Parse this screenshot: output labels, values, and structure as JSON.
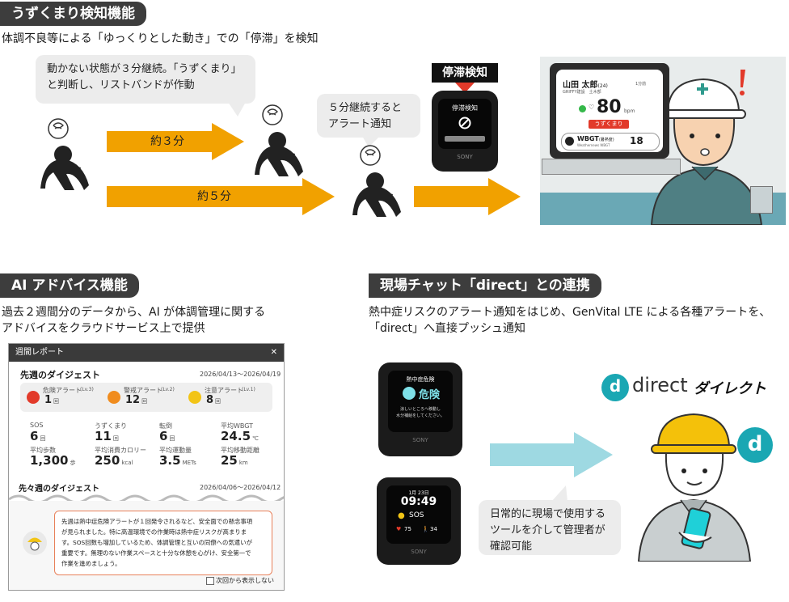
{
  "colors": {
    "orange": "#f1a100",
    "dark": "#3d3d3d",
    "alert_red": "#e23a2a",
    "teal": "#1aa7b3",
    "light_blue": "#9ed9e2"
  },
  "uzukumari": {
    "tag": "うずくまり検知機能",
    "subtitle": "体調不良等による「ゆっくりとした動き」での「停滞」を検知",
    "bubble1_line1": "動かない状態が３分継続。「うずくまり」",
    "bubble1_line2": "と判断し、リストバンドが作動",
    "arrow1_label": "約３分",
    "arrow2_label": "約５分",
    "bubble2_line1": "５分継続すると",
    "bubble2_line2": "アラート通知",
    "alert_badge": "停滞検知",
    "watch_title": "停滞検知",
    "watch_brand": "SONY",
    "dashboard": {
      "name": "山田 太郎",
      "age": "(24)",
      "company": "GRIFFY建設　土木部",
      "bpm_value": "80",
      "bpm_unit": "bpm",
      "status": "うずくまり",
      "wbgt_label": "WBGT",
      "wbgt_sub": "(暑熱度)",
      "wbgt_caption": "Weathernews WBGT",
      "wbgt_value": "18",
      "time_ago": "1分前"
    }
  },
  "ai": {
    "tag": "AI アドバイス機能",
    "line1": "過去２週間分のデータから、AI が体調管理に関する",
    "line2": "アドバイスをクラウドサービス上で提供",
    "report": {
      "title": "週間レポート",
      "close": "✕",
      "week1_label": "先週のダイジェスト",
      "week1_range": "2026/04/13〜2026/04/19",
      "alerts": [
        {
          "label": "危険アラート",
          "level": "(Lv.3)",
          "count": "1",
          "unit": "回",
          "color": "#e23a2a"
        },
        {
          "label": "警戒アラート",
          "level": "(Lv.2)",
          "count": "12",
          "unit": "回",
          "color": "#f08c1e"
        },
        {
          "label": "注意アラート",
          "level": "(Lv.1)",
          "count": "8",
          "unit": "回",
          "color": "#f2c416"
        }
      ],
      "stats": [
        {
          "label": "SOS",
          "value": "6",
          "unit": "回"
        },
        {
          "label": "うずくまり",
          "value": "11",
          "unit": "回"
        },
        {
          "label": "転倒",
          "value": "6",
          "unit": "回"
        },
        {
          "label": "平均WBGT",
          "value": "24.5",
          "unit": "℃"
        },
        {
          "label": "平均歩数",
          "value": "1,300",
          "unit": "歩"
        },
        {
          "label": "平均消費カロリー",
          "value": "250",
          "unit": "kcal"
        },
        {
          "label": "平均運動量",
          "value": "3.5",
          "unit": "METs"
        },
        {
          "label": "平均移動距離",
          "value": "25",
          "unit": "km"
        }
      ],
      "week2_label": "先々週のダイジェスト",
      "week2_range": "2026/04/06〜2026/04/12",
      "advice": [
        "先週は熱中症危険アラートが１回発令されるなど、安全面での懸念事項",
        "が見られました。特に高温環境での作業時は熱中症リスクが高まりま",
        "す。SOS回数も増加しているため、体調管理と互いの同僚への気遣いが",
        "重要です。無理のない作業スペースと十分な休憩を心がけ、安全第一で",
        "作業を進めましょう。"
      ],
      "dont_show": "次回から表示しない"
    }
  },
  "direct": {
    "tag": "現場チャット「direct」との連携",
    "line1": "熱中症リスクのアラート通知をはじめ、GenVital LTE による各種アラートを、",
    "line2": "「direct」へ直接プッシュ通知",
    "watch1_title": "熱中症危険",
    "watch1_alert": "危険",
    "watch1_msg1": "涼しいところへ移動し",
    "watch1_msg2": "水分補給をしてください。",
    "watch_brand": "SONY",
    "watch2_date": "1月 23日",
    "watch2_time": "09:49",
    "watch2_sos": "SOS",
    "watch2_hr": "75",
    "watch2_steps": "34",
    "bubble_line1": "日常的に現場で使用する",
    "bubble_line2": "ツールを介して管理者が",
    "bubble_line3": "確認可能",
    "logo_text": "direct",
    "logo_kana": "ダイレクト",
    "logo_letter": "d"
  }
}
